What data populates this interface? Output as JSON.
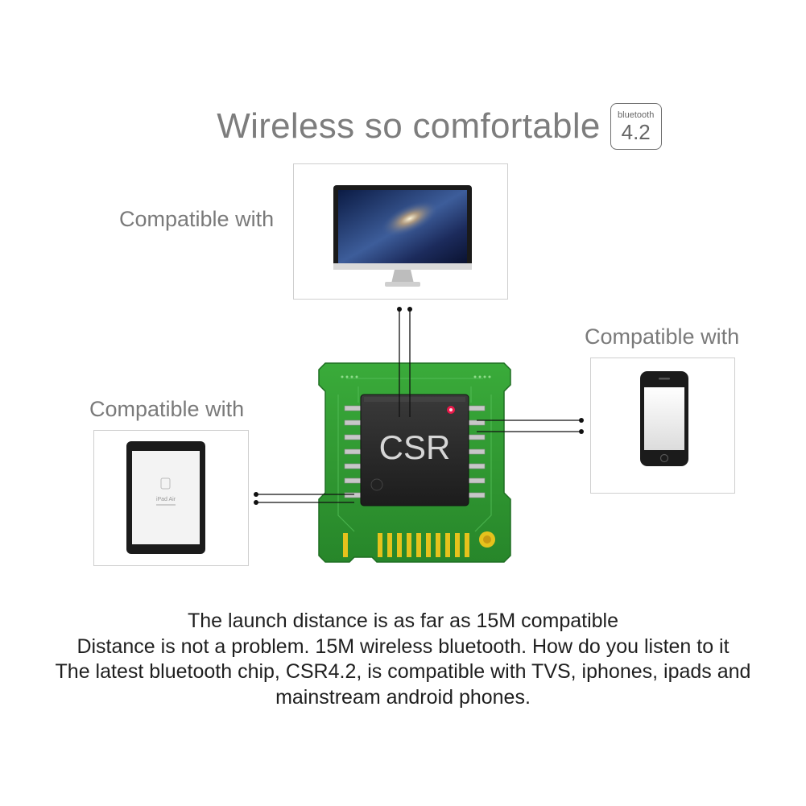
{
  "headline": {
    "title": "Wireless so comfortable",
    "badge_name": "bluetooth",
    "badge_version": "4.2"
  },
  "devices": {
    "monitor_label": "Compatible with",
    "phone_label": "Compatible with",
    "tablet_label": "Compatible with",
    "tablet_screen_text": "iPad Air"
  },
  "chip": {
    "label": "CSR"
  },
  "description": {
    "line1": "The launch distance is as far as 15M compatible",
    "line2": "Distance is not a problem. 15M wireless bluetooth. How do you listen to it",
    "line3": "The latest bluetooth chip, CSR4.2, is compatible with TVS, iphones, ipads and",
    "line4": "mainstream android phones."
  },
  "colors": {
    "pcb_green": "#2f9a32",
    "chip_black": "#2a2a2a",
    "gold": "#e6c21c",
    "led_red": "#e8194a"
  }
}
